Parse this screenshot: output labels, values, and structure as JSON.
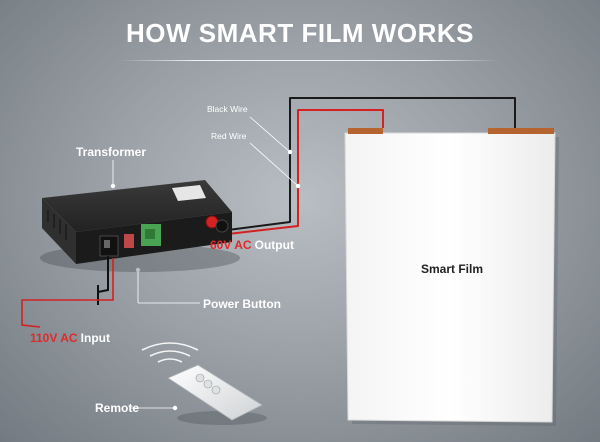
{
  "title": "HOW SMART FILM WORKS",
  "labels": {
    "black_wire": "Black Wire",
    "red_wire": "Red Wire",
    "transformer": "Transformer",
    "output_voltage": "60V AC",
    "output_label": "Output",
    "power_button": "Power Button",
    "input_voltage": "110V AC",
    "input_label": "Input",
    "remote": "Remote",
    "smart_film": "Smart Film"
  },
  "colors": {
    "red_wire": "#d42121",
    "black_wire": "#1a1a1a",
    "film_tape": "#b5632f",
    "transformer_body": "#2a2a2a"
  }
}
